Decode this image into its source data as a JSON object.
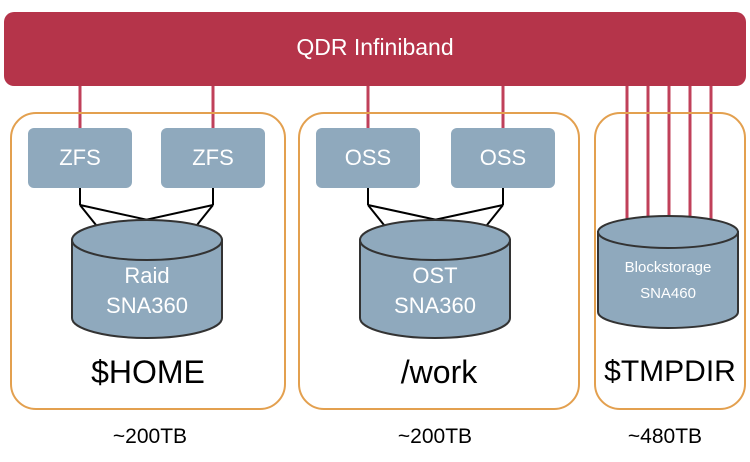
{
  "bus": {
    "label": "QDR Infiniband"
  },
  "home": {
    "servers": [
      "ZFS",
      "ZFS"
    ],
    "storage_line1": "Raid",
    "storage_line2": "SNA360",
    "label": "$HOME",
    "capacity": "~200TB"
  },
  "work": {
    "servers": [
      "OSS",
      "OSS"
    ],
    "storage_line1": "OST",
    "storage_line2": "SNA360",
    "label": "/work",
    "capacity": "~200TB"
  },
  "tmpdir": {
    "storage_line1": "Blockstorage",
    "storage_line2": "SNA460",
    "label": "$TMPDIR",
    "capacity": "~480TB"
  },
  "colors": {
    "bus": "#b5344a",
    "link": "#c0405a",
    "group_border": "#e3a04f",
    "node_fill": "#8fa9bd",
    "disk_stroke": "#333333"
  }
}
